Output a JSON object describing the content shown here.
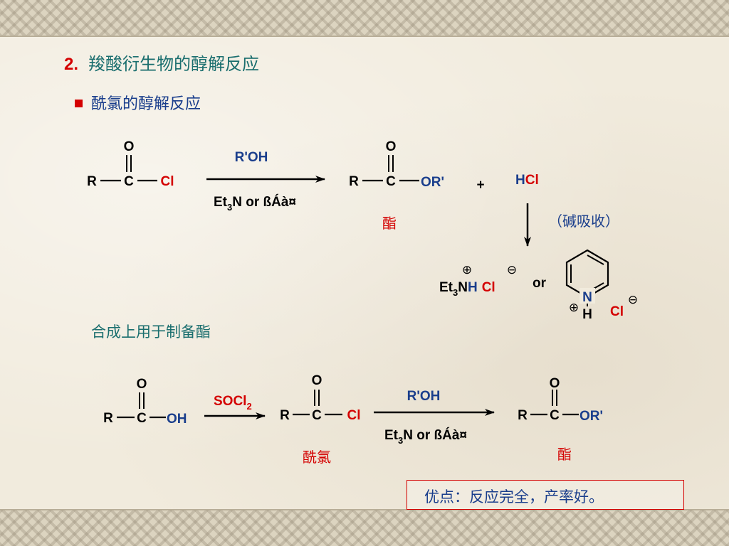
{
  "heading": {
    "number": "2.",
    "title": "羧酸衍生物的醇解反应"
  },
  "bullet": {
    "text": "酰氯的醇解反应"
  },
  "reaction1": {
    "reagent_top": "R'OH",
    "reagent_bottom_prefix": "Et",
    "reagent_bottom_sub": "3",
    "reagent_bottom_suffix": "N or ßÁà¤",
    "product_label": "酯",
    "plus": "+",
    "byproduct_h": "H",
    "byproduct_cl": "Cl",
    "absorb_note": "（碱吸收）",
    "salt_prefix": "Et",
    "salt_sub": "3",
    "salt_n": "N",
    "salt_h": "H",
    "salt_cl": "Cl",
    "or": "or",
    "pyridine_n": "N",
    "pyridine_h": "H",
    "pyridine_cl": "Cl",
    "plus_charge": "⊕",
    "minus_charge": "⊖"
  },
  "section": {
    "text": "合成上用于制备酯"
  },
  "reaction2": {
    "reagent1_prefix": "SOCl",
    "reagent1_sub": "2",
    "reagent2_top": "R'OH",
    "reagent2_bottom_prefix": "Et",
    "reagent2_bottom_sub": "3",
    "reagent2_bottom_suffix": "N or ßÁà¤",
    "intermediate_label": "酰氯",
    "product_label": "酯"
  },
  "atoms": {
    "R": "R",
    "C": "C",
    "O": "O",
    "Cl": "Cl",
    "OH": "OH",
    "ORp": "OR'"
  },
  "advantage": {
    "text": "优点：反应完全，产率好。"
  },
  "colors": {
    "teal": "#1a6e6e",
    "red": "#d40000",
    "blue": "#1a3e8c",
    "black": "#000000"
  }
}
